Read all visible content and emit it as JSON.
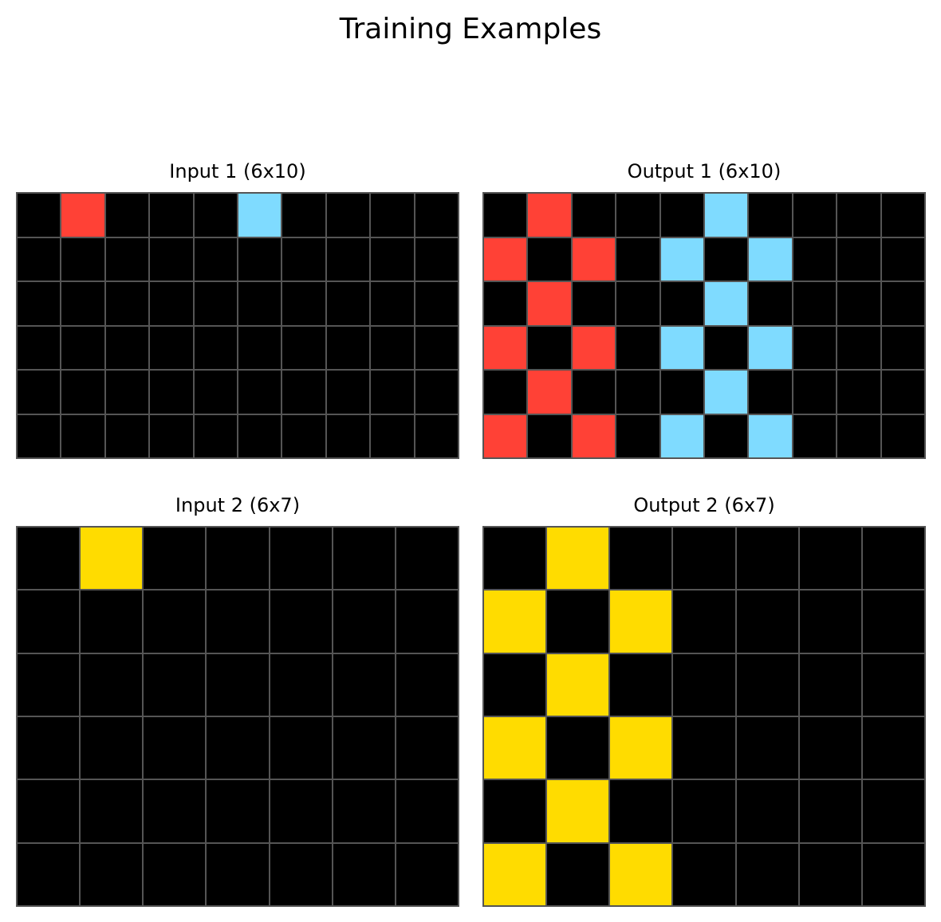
{
  "title": "Training Examples",
  "palette": {
    "0": "#000000",
    "2": "#ff4136",
    "4": "#ffdc00",
    "8": "#7fdbff"
  },
  "grid_line_color": "#555555",
  "panels": [
    {
      "title": "Input 1 (6x10)",
      "grid": [
        [
          0,
          2,
          0,
          0,
          0,
          8,
          0,
          0,
          0,
          0
        ],
        [
          0,
          0,
          0,
          0,
          0,
          0,
          0,
          0,
          0,
          0
        ],
        [
          0,
          0,
          0,
          0,
          0,
          0,
          0,
          0,
          0,
          0
        ],
        [
          0,
          0,
          0,
          0,
          0,
          0,
          0,
          0,
          0,
          0
        ],
        [
          0,
          0,
          0,
          0,
          0,
          0,
          0,
          0,
          0,
          0
        ],
        [
          0,
          0,
          0,
          0,
          0,
          0,
          0,
          0,
          0,
          0
        ]
      ]
    },
    {
      "title": "Output 1 (6x10)",
      "grid": [
        [
          0,
          2,
          0,
          0,
          0,
          8,
          0,
          0,
          0,
          0
        ],
        [
          2,
          0,
          2,
          0,
          8,
          0,
          8,
          0,
          0,
          0
        ],
        [
          0,
          2,
          0,
          0,
          0,
          8,
          0,
          0,
          0,
          0
        ],
        [
          2,
          0,
          2,
          0,
          8,
          0,
          8,
          0,
          0,
          0
        ],
        [
          0,
          2,
          0,
          0,
          0,
          8,
          0,
          0,
          0,
          0
        ],
        [
          2,
          0,
          2,
          0,
          8,
          0,
          8,
          0,
          0,
          0
        ]
      ]
    },
    {
      "title": "Input 2 (6x7)",
      "grid": [
        [
          0,
          4,
          0,
          0,
          0,
          0,
          0
        ],
        [
          0,
          0,
          0,
          0,
          0,
          0,
          0
        ],
        [
          0,
          0,
          0,
          0,
          0,
          0,
          0
        ],
        [
          0,
          0,
          0,
          0,
          0,
          0,
          0
        ],
        [
          0,
          0,
          0,
          0,
          0,
          0,
          0
        ],
        [
          0,
          0,
          0,
          0,
          0,
          0,
          0
        ]
      ]
    },
    {
      "title": "Output 2 (6x7)",
      "grid": [
        [
          0,
          4,
          0,
          0,
          0,
          0,
          0
        ],
        [
          4,
          0,
          4,
          0,
          0,
          0,
          0
        ],
        [
          0,
          4,
          0,
          0,
          0,
          0,
          0
        ],
        [
          4,
          0,
          4,
          0,
          0,
          0,
          0
        ],
        [
          0,
          4,
          0,
          0,
          0,
          0,
          0
        ],
        [
          4,
          0,
          4,
          0,
          0,
          0,
          0
        ]
      ]
    }
  ]
}
